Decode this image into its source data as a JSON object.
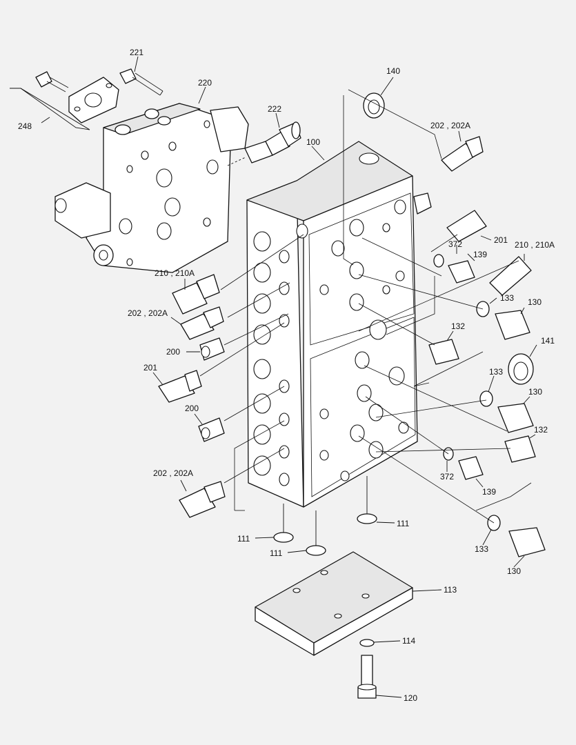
{
  "diagram": {
    "labels": {
      "p221": "221",
      "p220": "220",
      "p248": "248",
      "p140": "140",
      "p222": "222",
      "p100": "100",
      "p202_top": "202 , 202A",
      "p201_right": "201",
      "p372_top": "372",
      "p139_top": "139",
      "p210_right": "210 , 210A",
      "p133_a": "133",
      "p130_a": "130",
      "p132_a": "132",
      "p141": "141",
      "p133_b": "133",
      "p130_b": "130",
      "p132_b": "132",
      "p372_bot": "372",
      "p139_bot": "139",
      "p133_c": "133",
      "p130_c": "130",
      "p210_left": "210 , 210A",
      "p202_left": "202 , 202A",
      "p200_a": "200",
      "p201_left": "201",
      "p200_b": "200",
      "p202_left_bot": "202 , 202A",
      "p111_a": "111",
      "p111_b": "111",
      "p111_c": "111",
      "p113": "113",
      "p114": "114",
      "p120": "120"
    }
  }
}
